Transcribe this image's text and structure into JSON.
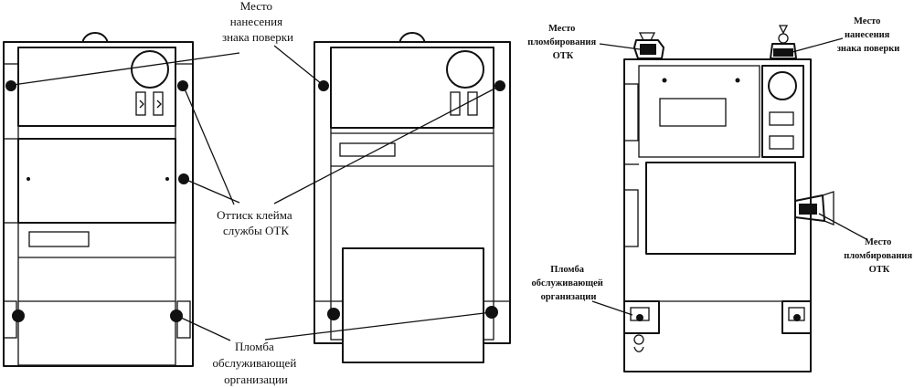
{
  "labels": {
    "verification_mark_left": [
      "Место",
      "нанесения",
      "знака поверки"
    ],
    "otk_imprint": [
      "Оттиск клейма",
      "службы ОТК"
    ],
    "service_seal_left": [
      "Пломба",
      "обслуживающей",
      "организации"
    ],
    "otk_seal_top": [
      "Место",
      "пломбирования",
      "ОТК"
    ],
    "verification_mark_right": [
      "Место",
      "нанесения",
      "знака поверки"
    ],
    "otk_seal_side": [
      "Место",
      "пломбирования",
      "ОТК"
    ],
    "service_seal_right": [
      "Пломба",
      "обслуживающей",
      "организации"
    ]
  },
  "colors": {
    "ink": "#111111",
    "paper": "#ffffff"
  }
}
